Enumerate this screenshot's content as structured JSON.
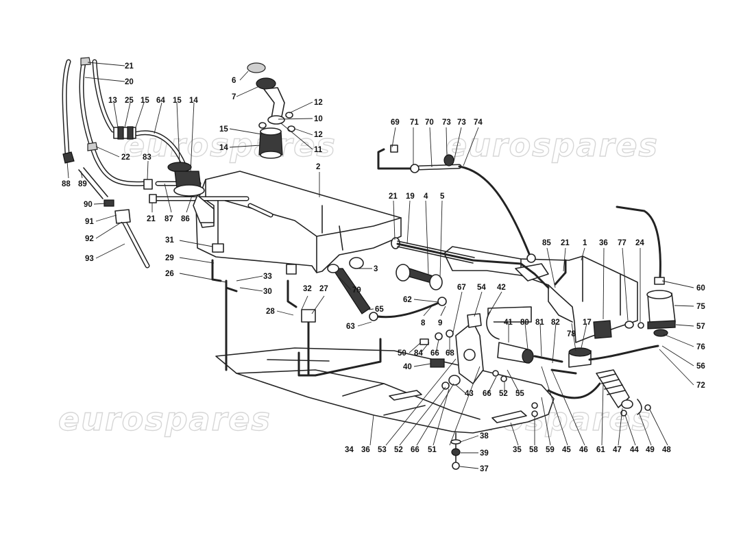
{
  "watermark": {
    "text": "eurospares"
  },
  "callouts": [
    {
      "id": "c21a",
      "text": "21"
    },
    {
      "id": "c20",
      "text": "20"
    },
    {
      "id": "c13",
      "text": "13"
    },
    {
      "id": "c25",
      "text": "25"
    },
    {
      "id": "c15a",
      "text": "15"
    },
    {
      "id": "c64",
      "text": "64"
    },
    {
      "id": "c15b",
      "text": "15"
    },
    {
      "id": "c14a",
      "text": "14"
    },
    {
      "id": "c6",
      "text": "6"
    },
    {
      "id": "c7",
      "text": "7"
    },
    {
      "id": "c12a",
      "text": "12"
    },
    {
      "id": "c10",
      "text": "10"
    },
    {
      "id": "c12b",
      "text": "12"
    },
    {
      "id": "c11",
      "text": "11"
    },
    {
      "id": "c15c",
      "text": "15"
    },
    {
      "id": "c14b",
      "text": "14"
    },
    {
      "id": "c22",
      "text": "22"
    },
    {
      "id": "c83",
      "text": "83"
    },
    {
      "id": "c2",
      "text": "2"
    },
    {
      "id": "c88",
      "text": "88"
    },
    {
      "id": "c89",
      "text": "89"
    },
    {
      "id": "c90",
      "text": "90"
    },
    {
      "id": "c91",
      "text": "91"
    },
    {
      "id": "c92",
      "text": "92"
    },
    {
      "id": "c93",
      "text": "93"
    },
    {
      "id": "c21b",
      "text": "21"
    },
    {
      "id": "c87",
      "text": "87"
    },
    {
      "id": "c86",
      "text": "86"
    },
    {
      "id": "c31",
      "text": "31"
    },
    {
      "id": "c29",
      "text": "29"
    },
    {
      "id": "c26",
      "text": "26"
    },
    {
      "id": "c33",
      "text": "33"
    },
    {
      "id": "c30",
      "text": "30"
    },
    {
      "id": "c28",
      "text": "28"
    },
    {
      "id": "c32",
      "text": "32"
    },
    {
      "id": "c27",
      "text": "27"
    },
    {
      "id": "c69",
      "text": "69"
    },
    {
      "id": "c71",
      "text": "71"
    },
    {
      "id": "c70",
      "text": "70"
    },
    {
      "id": "c73a",
      "text": "73"
    },
    {
      "id": "c73b",
      "text": "73"
    },
    {
      "id": "c74",
      "text": "74"
    },
    {
      "id": "c21c",
      "text": "21"
    },
    {
      "id": "c19",
      "text": "19"
    },
    {
      "id": "c4",
      "text": "4"
    },
    {
      "id": "c5",
      "text": "5"
    },
    {
      "id": "c3",
      "text": "3"
    },
    {
      "id": "c79",
      "text": "79"
    },
    {
      "id": "c65",
      "text": "65"
    },
    {
      "id": "c62",
      "text": "62"
    },
    {
      "id": "c63",
      "text": "63"
    },
    {
      "id": "c67",
      "text": "67"
    },
    {
      "id": "c54",
      "text": "54"
    },
    {
      "id": "c42",
      "text": "42"
    },
    {
      "id": "c8",
      "text": "8"
    },
    {
      "id": "c9",
      "text": "9"
    },
    {
      "id": "c85",
      "text": "85"
    },
    {
      "id": "c21d",
      "text": "21"
    },
    {
      "id": "c1",
      "text": "1"
    },
    {
      "id": "c36a",
      "text": "36"
    },
    {
      "id": "c77",
      "text": "77"
    },
    {
      "id": "c24",
      "text": "24"
    },
    {
      "id": "c60",
      "text": "60"
    },
    {
      "id": "c75",
      "text": "75"
    },
    {
      "id": "c57",
      "text": "57"
    },
    {
      "id": "c76",
      "text": "76"
    },
    {
      "id": "c56",
      "text": "56"
    },
    {
      "id": "c72",
      "text": "72"
    },
    {
      "id": "c41",
      "text": "41"
    },
    {
      "id": "c80",
      "text": "80"
    },
    {
      "id": "c81",
      "text": "81"
    },
    {
      "id": "c82",
      "text": "82"
    },
    {
      "id": "c78",
      "text": "78"
    },
    {
      "id": "c17",
      "text": "17"
    },
    {
      "id": "c50",
      "text": "50"
    },
    {
      "id": "c84",
      "text": "84"
    },
    {
      "id": "c66a",
      "text": "66"
    },
    {
      "id": "c68",
      "text": "68"
    },
    {
      "id": "c40",
      "text": "40"
    },
    {
      "id": "c43",
      "text": "43"
    },
    {
      "id": "c66b",
      "text": "66"
    },
    {
      "id": "c52a",
      "text": "52"
    },
    {
      "id": "c55",
      "text": "55"
    },
    {
      "id": "c34",
      "text": "34"
    },
    {
      "id": "c36b",
      "text": "36"
    },
    {
      "id": "c53",
      "text": "53"
    },
    {
      "id": "c52b",
      "text": "52"
    },
    {
      "id": "c66c",
      "text": "66"
    },
    {
      "id": "c51",
      "text": "51"
    },
    {
      "id": "c38",
      "text": "38"
    },
    {
      "id": "c39",
      "text": "39"
    },
    {
      "id": "c37",
      "text": "37"
    },
    {
      "id": "c35",
      "text": "35"
    },
    {
      "id": "c58",
      "text": "58"
    },
    {
      "id": "c59",
      "text": "59"
    },
    {
      "id": "c45",
      "text": "45"
    },
    {
      "id": "c46",
      "text": "46"
    },
    {
      "id": "c61",
      "text": "61"
    },
    {
      "id": "c47",
      "text": "47"
    },
    {
      "id": "c44",
      "text": "44"
    },
    {
      "id": "c49",
      "text": "49"
    },
    {
      "id": "c48",
      "text": "48"
    }
  ]
}
